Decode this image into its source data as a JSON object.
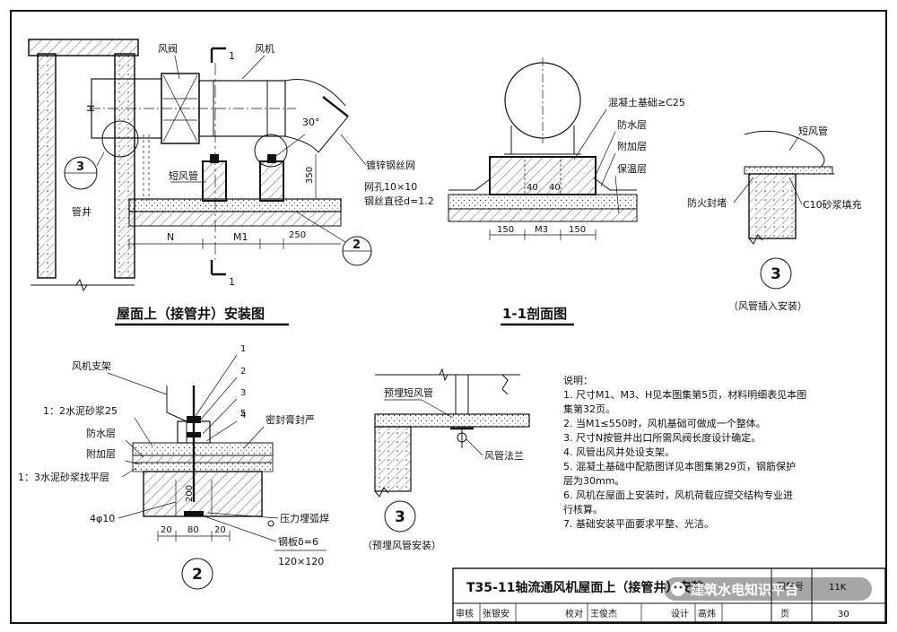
{
  "views": {
    "main": {
      "title": "屋面上（接管井）安装图",
      "labels": {
        "damper": "风阀",
        "fan": "风机",
        "section_mark": "1",
        "short_duct": "短风管",
        "pipe_well": "管井",
        "mesh_name": "镀锌钢丝网",
        "mesh_hole": "网孔10×10",
        "mesh_wire": "钢丝直径d=1.2",
        "angle": "30°",
        "dim_350": "350",
        "dim_n": "N",
        "dim_m1": "M1",
        "dim_250": "250",
        "h_mark": "H",
        "callout3": "3",
        "callout2": "2"
      }
    },
    "section": {
      "title": "1-1剖面图",
      "labels": {
        "concrete": "混凝土基础≥C25",
        "waterproof": "防水层",
        "additional": "附加层",
        "insulation": "保温层",
        "dim_40a": "40",
        "dim_40b": "40",
        "dim_150a": "150",
        "dim_m3": "M3",
        "dim_150b": "150"
      }
    },
    "detail3a": {
      "number": "3",
      "caption": "（风管插入安装）",
      "labels": {
        "short_duct": "短风管",
        "fire_wall": "防火封堵",
        "mortar": "C10砂浆填充"
      }
    },
    "detail2": {
      "number": "2",
      "labels": {
        "n1": "1",
        "n2": "2",
        "n3": "3",
        "n4": "4",
        "n5": "5",
        "fan_bracket": "风机支架",
        "mortar25": "1：2水泥砂浆25",
        "waterproof": "防水层",
        "additional": "附加层",
        "leveling": "1：3水泥砂浆找平层",
        "sealant": "密封膏封严",
        "rebar": "4φ10",
        "weld": "压力埋弧焊",
        "plate": "钢板δ=6",
        "plate_size": "120×120",
        "dim_20a": "20",
        "dim_80": "80",
        "dim_20b": "20",
        "dim_200": "200"
      }
    },
    "detail3b": {
      "number": "3",
      "caption": "（预埋风管安装）",
      "labels": {
        "embedded_duct": "预埋短风管",
        "flange": "风管法兰"
      }
    }
  },
  "notes": {
    "heading": "说明：",
    "lines": [
      "1.  尺寸M1、M3、H见本图集第5页，材料明细表见本图",
      "     集第32页。",
      "2.  当M1≤550时，风机基础可做成一个整体。",
      "3.  尺寸N按管井出口所需风阀长度设计确定。",
      "4.  风管出风井处设支架。",
      "5.  混凝土基础中配筋图详见本图集第29页，钢筋保护",
      "     层为30mm。",
      "6.  风机在屋面上安装时，风机荷载应提交结构专业进",
      "     行核算。",
      "7.  基础安装平面要求平整、光洁。"
    ]
  },
  "title_block": {
    "drawing_title": "T35-11轴流通风机屋面上（接管井）安装",
    "atlas_label": "图集号",
    "atlas_no": "11K",
    "row": {
      "review": "审核",
      "reviewer": "张银安",
      "check": "校对",
      "checker": "王俊杰",
      "design": "设计",
      "designer": "高炜",
      "page_label": "页",
      "page_no": "30"
    }
  },
  "watermark": "建筑水电知识平台"
}
